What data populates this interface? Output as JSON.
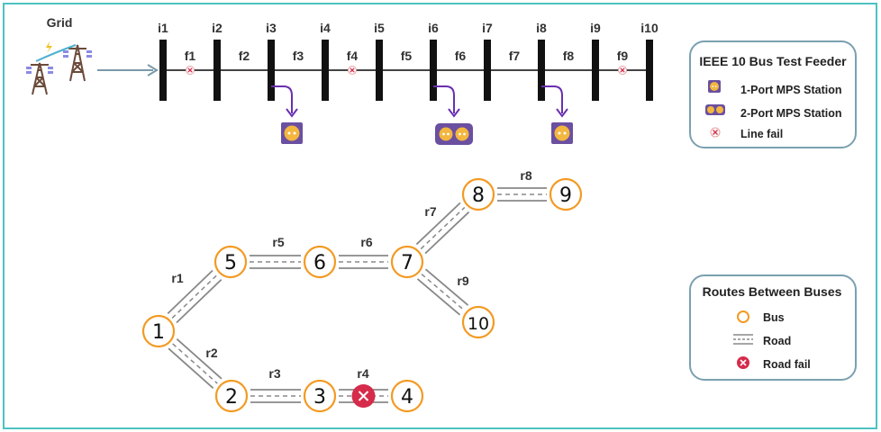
{
  "feeder": {
    "source_label": "Grid",
    "buses": [
      "i1",
      "i2",
      "i3",
      "i4",
      "i5",
      "i6",
      "i7",
      "i8",
      "i9",
      "i10"
    ],
    "segments": [
      "f1",
      "f2",
      "f3",
      "f4",
      "f5",
      "f6",
      "f7",
      "f8",
      "f9"
    ],
    "failed_segments": [
      "f1",
      "f4",
      "f9"
    ],
    "mps_stations": [
      {
        "bus": "i3",
        "ports": 1
      },
      {
        "bus": "i6",
        "ports": 2
      },
      {
        "bus": "i8",
        "ports": 1
      }
    ]
  },
  "legend_feeder": {
    "title": "IEEE 10 Bus Test Feeder",
    "items": [
      {
        "icon": "one-port-mps-icon",
        "label": "1-Port MPS Station"
      },
      {
        "icon": "two-port-mps-icon",
        "label": "2-Port MPS Station"
      },
      {
        "icon": "line-fail-icon",
        "label": "Line fail"
      }
    ]
  },
  "routes": {
    "nodes": [
      "1",
      "2",
      "3",
      "4",
      "5",
      "6",
      "7",
      "8",
      "9",
      "10"
    ],
    "roads": [
      {
        "label": "r1",
        "from": "1",
        "to": "5"
      },
      {
        "label": "r2",
        "from": "1",
        "to": "2"
      },
      {
        "label": "r3",
        "from": "2",
        "to": "3"
      },
      {
        "label": "r4",
        "from": "3",
        "to": "4",
        "failed": true
      },
      {
        "label": "r5",
        "from": "5",
        "to": "6"
      },
      {
        "label": "r6",
        "from": "6",
        "to": "7"
      },
      {
        "label": "r7",
        "from": "7",
        "to": "8"
      },
      {
        "label": "r8",
        "from": "8",
        "to": "9"
      },
      {
        "label": "r9",
        "from": "7",
        "to": "10"
      }
    ]
  },
  "legend_routes": {
    "title": "Routes Between Buses",
    "items": [
      {
        "icon": "bus-node-icon",
        "label": "Bus"
      },
      {
        "icon": "road-icon",
        "label": "Road"
      },
      {
        "icon": "road-fail-icon",
        "label": "Road fail"
      }
    ]
  },
  "colors": {
    "frame": "#4fc1c1",
    "bus_bar": "#111111",
    "arrow": "#6a2fb0",
    "mps_box": "#6b4fa0",
    "mps_socket": "#f3b63f",
    "node_ring": "#f39a22",
    "road": "#888888",
    "fail": "#d62b4a"
  }
}
